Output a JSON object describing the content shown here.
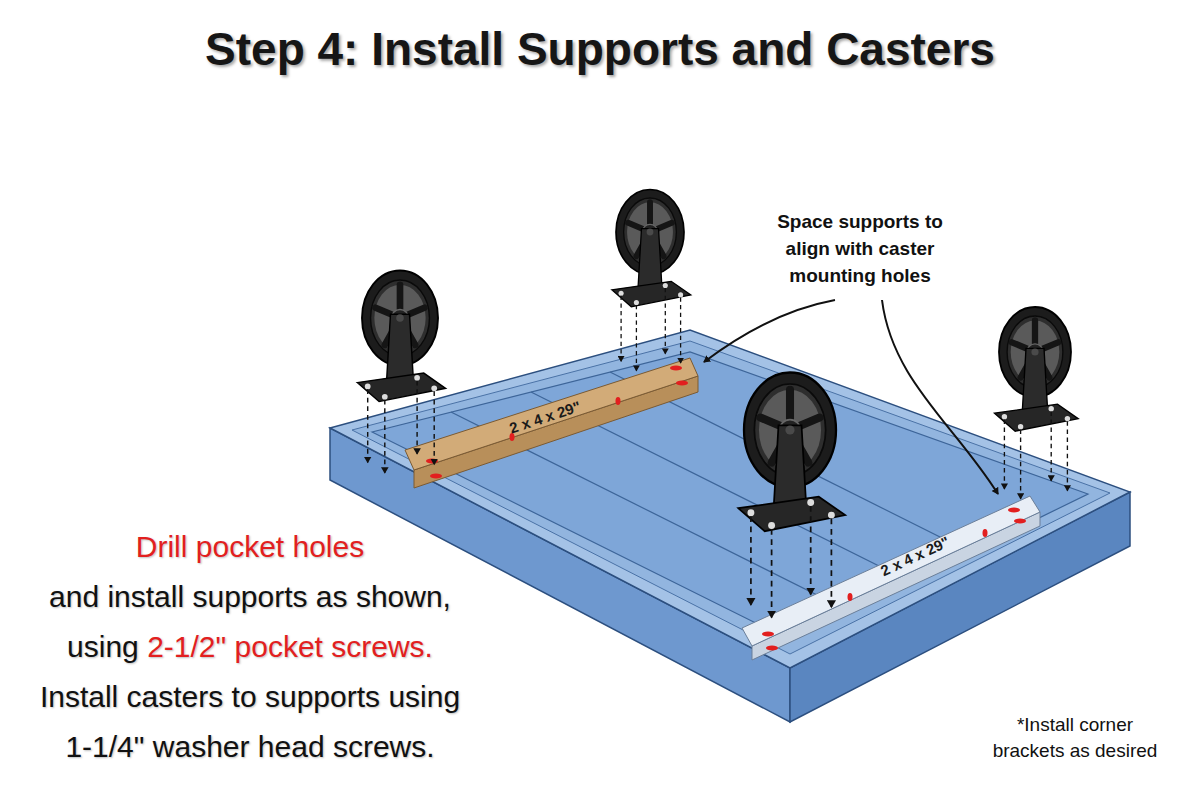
{
  "diagram": {
    "title": "Step 4: Install Supports and Casters",
    "labels": [
      "Space supports to align with caster mounting holes",
      "2 x 4 x 29\"",
      "2 x 4 x 29\"",
      "Drill pocket holes",
      "and install supports as shown, using",
      "2-1/2\" pocket screws.",
      "Install casters to supports using 1-1/4\" washer head screws.",
      "*Install corner brackets as desired"
    ]
  }
}
